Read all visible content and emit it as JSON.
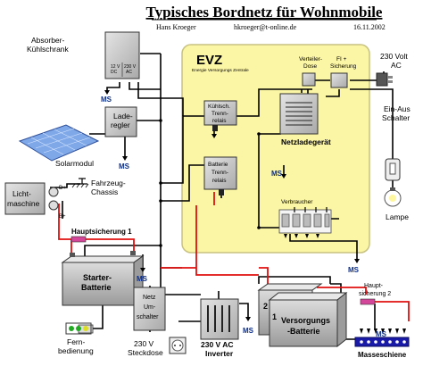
{
  "header": {
    "title": "Typisches Bordnetz für Wohnmobile",
    "author": "Hans Kroeger",
    "email": "hkroeger@t-online.de",
    "date": "16.11.2002"
  },
  "colors": {
    "evz_fill": "#fbf5a6",
    "evz_border": "#c8c280",
    "wire_black": "#000000",
    "wire_red": "#e01010",
    "box_gray": "#c9c9c9",
    "fuse_pink": "#d4469a",
    "ms_blue": "#0a2d8a",
    "busbar_blue": "#1a1aa8",
    "solar_blue": "#7fa8e8",
    "led_green": "#22aa22"
  },
  "evz": {
    "title": "EVZ",
    "subtitle": "Energie Versorgungs Zentrale"
  },
  "components": {
    "absorber_1": "Absorber-",
    "absorber_2": "Kühlschrank",
    "fridge_12v": "12 V",
    "fridge_dc": "DC",
    "fridge_230v": "230 V",
    "fridge_ac": "AC",
    "laderegler_1": "Lade-",
    "laderegler_2": "regler",
    "solarmodul": "Solarmodul",
    "licht_1": "Licht-",
    "licht_2": "maschine",
    "fahrzeug_1": "Fahrzeug-",
    "fahrzeug_2": "Chassis",
    "d_plus": "D+",
    "b_plus": "B+",
    "hauptsicherung_1": "Hauptsicherung 1",
    "starter_1": "Starter-",
    "starter_2": "Batterie",
    "kuehlschrank_relais_1": "Kühlsch.",
    "kuehlschrank_relais_2": "Trenn-",
    "kuehlschrank_relais_3": "relais",
    "batterie_relais_1": "Batterie",
    "batterie_relais_2": "Trenn-",
    "batterie_relais_3": "relais",
    "verteiler_1": "Verteiler-",
    "verteiler_2": "Dose",
    "fi_1": "FI +",
    "fi_2": "Sicherung",
    "v230_1": "230 Volt",
    "v230_2": "AC",
    "netzladegeraet": "Netzladegerät",
    "einaus_1": "Ein-Aus",
    "einaus_2": "Schalter",
    "lampe": "Lampe",
    "verbraucher": "Verbraucher",
    "netzumschalter_1": "Netz",
    "netzumschalter_2": "Um-",
    "netzumschalter_3": "schalter",
    "fernbedienung_1": "Fern-",
    "fernbedienung_2": "bedienung",
    "steckdose_1": "230 V",
    "steckdose_2": "Steckdose",
    "inverter_1": "230 V AC",
    "inverter_2": "Inverter",
    "versorgung_1": "Versorgungs",
    "versorgung_2": "-Batterie",
    "batt_num_1": "1",
    "batt_num_2": "2",
    "hauptsicherung_2a": "Haupt-",
    "hauptsicherung_2b": "sicherung 2",
    "masseschiene": "Masseschiene"
  },
  "ground_labels": {
    "ms": "MS"
  }
}
